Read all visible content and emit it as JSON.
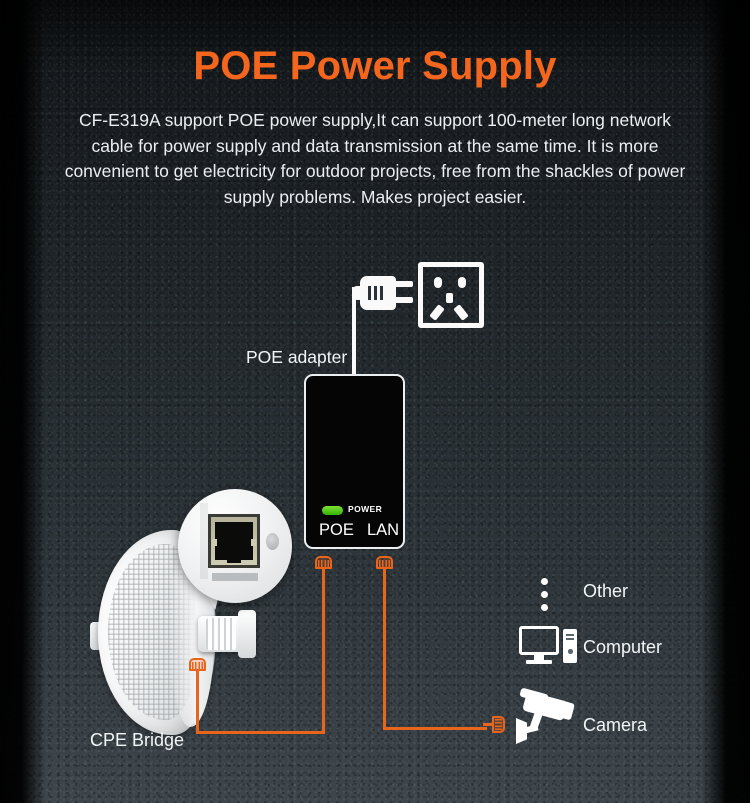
{
  "header": {
    "title": "POE Power Supply",
    "description": "CF-E319A support POE power supply,It can support 100-meter long network cable for power supply and data transmission at the same time. It is more convenient to get electricity for outdoor projects, free from the shackles of power supply problems. Makes project easier."
  },
  "colors": {
    "accent_orange": "#f4661e",
    "cable_orange": "#e8651b",
    "text_white": "#eceff1",
    "led_green": "#35b208",
    "background_dark": "#1e2428"
  },
  "diagram": {
    "labels": {
      "poe_adapter": "POE adapter",
      "cpe_bridge": "CPE Bridge"
    },
    "adapter": {
      "led_label": "POWER",
      "port_poe": "POE",
      "port_lan": "LAN"
    },
    "devices": [
      {
        "label": "Other",
        "icon": "ellipsis-icon"
      },
      {
        "label": "Computer",
        "icon": "desktop-computer-icon"
      },
      {
        "label": "Camera",
        "icon": "cctv-camera-icon"
      }
    ],
    "icons": {
      "wall_socket": "wall-socket-icon",
      "power_plug": "power-plug-icon",
      "rj45_connector": "rj45-connector-icon",
      "rj45_port_closeup": "rj45-port-icon"
    }
  }
}
